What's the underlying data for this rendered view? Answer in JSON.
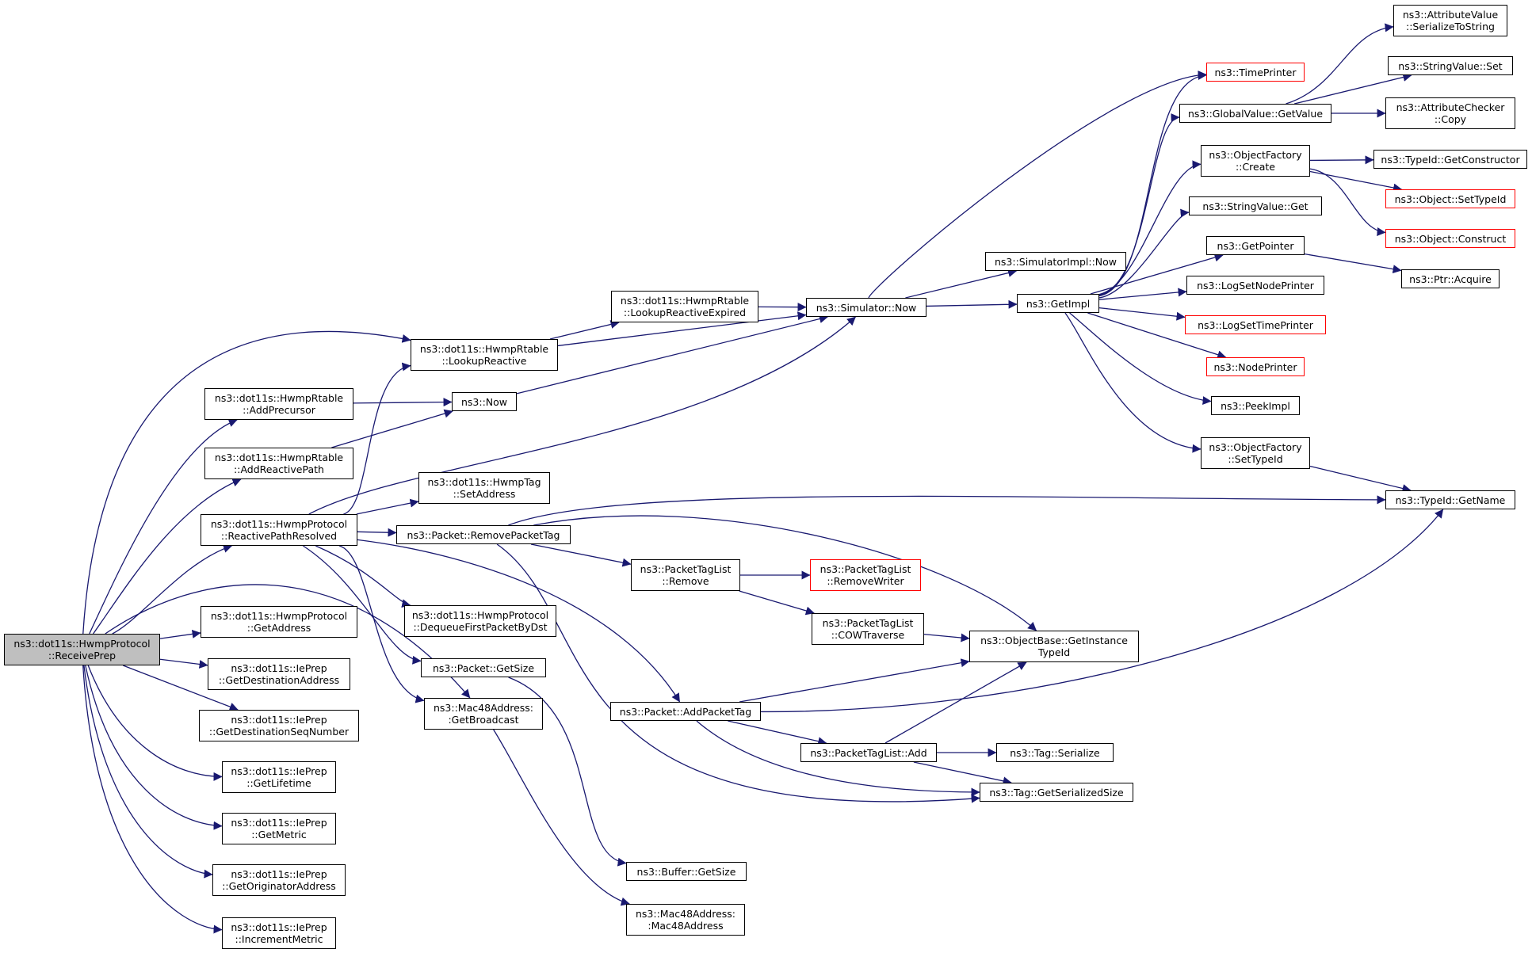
{
  "colors": {
    "edge": "#191970",
    "node_border": "#000000",
    "node_border_incomplete": "#ff0000",
    "root_fill": "#bfbfbf",
    "background": "#ffffff"
  },
  "nodes": [
    {
      "id": "receive_prep",
      "lines": [
        "ns3::dot11s::HwmpProtocol",
        "::ReceivePrep"
      ],
      "style": "root"
    },
    {
      "id": "lookup_reactive",
      "lines": [
        "ns3::dot11s::HwmpRtable",
        "::LookupReactive"
      ]
    },
    {
      "id": "add_precursor",
      "lines": [
        "ns3::dot11s::HwmpRtable",
        "::AddPrecursor"
      ]
    },
    {
      "id": "add_reactive_path",
      "lines": [
        "ns3::dot11s::HwmpRtable",
        "::AddReactivePath"
      ]
    },
    {
      "id": "reactive_path_resolved",
      "lines": [
        "ns3::dot11s::HwmpProtocol",
        "::ReactivePathResolved"
      ]
    },
    {
      "id": "get_address",
      "lines": [
        "ns3::dot11s::HwmpProtocol",
        "::GetAddress"
      ]
    },
    {
      "id": "get_destination_address",
      "lines": [
        "ns3::dot11s::IePrep",
        "::GetDestinationAddress"
      ]
    },
    {
      "id": "get_destination_seq",
      "lines": [
        "ns3::dot11s::IePrep",
        "::GetDestinationSeqNumber"
      ]
    },
    {
      "id": "get_lifetime",
      "lines": [
        "ns3::dot11s::IePrep",
        "::GetLifetime"
      ]
    },
    {
      "id": "get_metric",
      "lines": [
        "ns3::dot11s::IePrep",
        "::GetMetric"
      ]
    },
    {
      "id": "get_originator_address",
      "lines": [
        "ns3::dot11s::IePrep",
        "::GetOriginatorAddress"
      ]
    },
    {
      "id": "increment_metric",
      "lines": [
        "ns3::dot11s::IePrep",
        "::IncrementMetric"
      ]
    },
    {
      "id": "now",
      "lines": [
        "ns3::Now"
      ]
    },
    {
      "id": "hwmp_tag_set_address",
      "lines": [
        "ns3::dot11s::HwmpTag",
        "::SetAddress"
      ]
    },
    {
      "id": "packet_remove_packet_tag",
      "lines": [
        "ns3::Packet::RemovePacketTag"
      ]
    },
    {
      "id": "dequeue_first_packet",
      "lines": [
        "ns3::dot11s::HwmpProtocol",
        "::DequeueFirstPacketByDst"
      ]
    },
    {
      "id": "packet_get_size",
      "lines": [
        "ns3::Packet::GetSize"
      ]
    },
    {
      "id": "mac48_get_broadcast",
      "lines": [
        "ns3::Mac48Address:",
        ":GetBroadcast"
      ]
    },
    {
      "id": "lookup_reactive_expired",
      "lines": [
        "ns3::dot11s::HwmpRtable",
        "::LookupReactiveExpired"
      ]
    },
    {
      "id": "simulator_now",
      "lines": [
        "ns3::Simulator::Now"
      ]
    },
    {
      "id": "packet_tag_list_remove",
      "lines": [
        "ns3::PacketTagList",
        "::Remove"
      ]
    },
    {
      "id": "packet_add_packet_tag",
      "lines": [
        "ns3::Packet::AddPacketTag"
      ]
    },
    {
      "id": "buffer_get_size",
      "lines": [
        "ns3::Buffer::GetSize"
      ]
    },
    {
      "id": "mac48_address",
      "lines": [
        "ns3::Mac48Address:",
        ":Mac48Address"
      ]
    },
    {
      "id": "remove_writer",
      "lines": [
        "ns3::PacketTagList",
        "::RemoveWriter"
      ],
      "style": "red"
    },
    {
      "id": "cow_traverse",
      "lines": [
        "ns3::PacketTagList",
        "::COWTraverse"
      ]
    },
    {
      "id": "packet_tag_list_add",
      "lines": [
        "ns3::PacketTagList::Add"
      ]
    },
    {
      "id": "simulator_impl_now",
      "lines": [
        "ns3::SimulatorImpl::Now"
      ]
    },
    {
      "id": "get_impl",
      "lines": [
        "ns3::GetImpl"
      ]
    },
    {
      "id": "get_instance_type_id",
      "lines": [
        "ns3::ObjectBase::GetInstance",
        "TypeId"
      ]
    },
    {
      "id": "tag_serialize",
      "lines": [
        "ns3::Tag::Serialize"
      ]
    },
    {
      "id": "tag_get_serialized_size",
      "lines": [
        "ns3::Tag::GetSerializedSize"
      ]
    },
    {
      "id": "time_printer",
      "lines": [
        "ns3::TimePrinter"
      ],
      "style": "red"
    },
    {
      "id": "global_value_get_value",
      "lines": [
        "ns3::GlobalValue::GetValue"
      ]
    },
    {
      "id": "object_factory_create",
      "lines": [
        "ns3::ObjectFactory",
        "::Create"
      ]
    },
    {
      "id": "string_value_get",
      "lines": [
        "ns3::StringValue::Get"
      ]
    },
    {
      "id": "get_pointer",
      "lines": [
        "ns3::GetPointer"
      ]
    },
    {
      "id": "log_set_node_printer",
      "lines": [
        "ns3::LogSetNodePrinter"
      ]
    },
    {
      "id": "log_set_time_printer",
      "lines": [
        "ns3::LogSetTimePrinter"
      ],
      "style": "red"
    },
    {
      "id": "node_printer",
      "lines": [
        "ns3::NodePrinter"
      ],
      "style": "red"
    },
    {
      "id": "peek_impl",
      "lines": [
        "ns3::PeekImpl"
      ]
    },
    {
      "id": "object_factory_set_type_id",
      "lines": [
        "ns3::ObjectFactory",
        "::SetTypeId"
      ]
    },
    {
      "id": "attribute_value_serialize",
      "lines": [
        "ns3::AttributeValue",
        "::SerializeToString"
      ]
    },
    {
      "id": "string_value_set",
      "lines": [
        "ns3::StringValue::Set"
      ]
    },
    {
      "id": "attribute_checker_copy",
      "lines": [
        "ns3::AttributeChecker",
        "::Copy"
      ]
    },
    {
      "id": "type_id_get_constructor",
      "lines": [
        "ns3::TypeId::GetConstructor"
      ]
    },
    {
      "id": "object_set_type_id",
      "lines": [
        "ns3::Object::SetTypeId"
      ],
      "style": "red"
    },
    {
      "id": "object_construct",
      "lines": [
        "ns3::Object::Construct"
      ],
      "style": "red"
    },
    {
      "id": "ptr_acquire",
      "lines": [
        "ns3::Ptr::Acquire"
      ]
    },
    {
      "id": "type_id_get_name",
      "lines": [
        "ns3::TypeId::GetName"
      ]
    }
  ]
}
